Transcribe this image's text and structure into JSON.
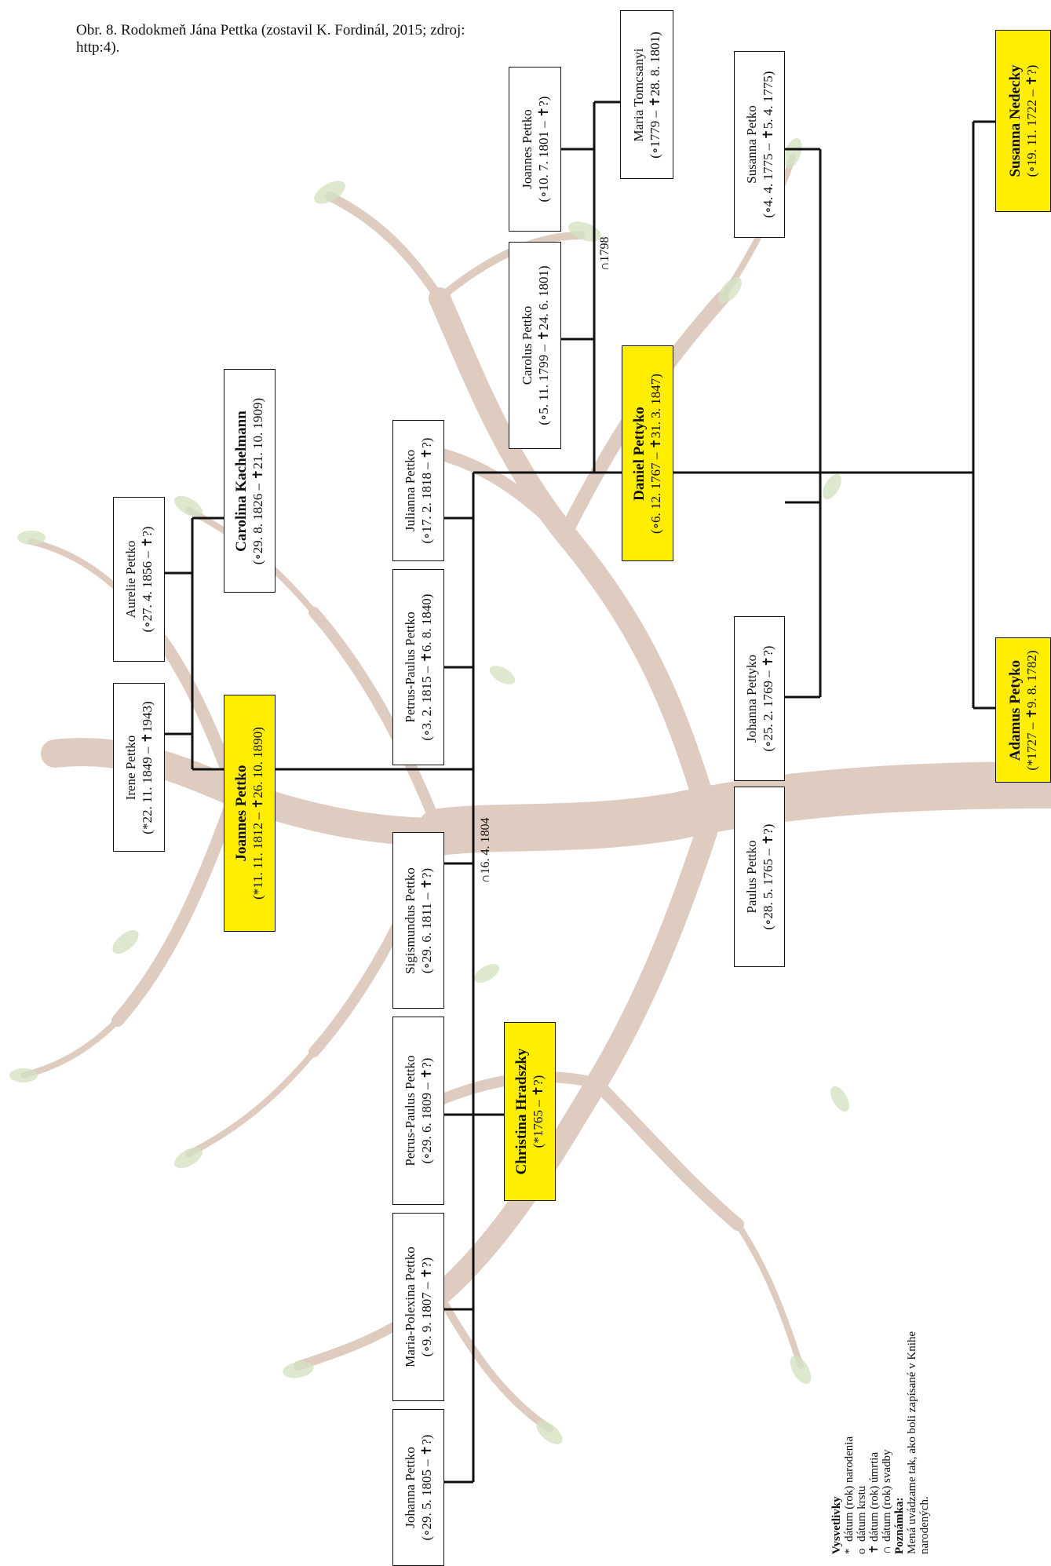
{
  "caption": "Obr. 8. Rodokmeň Jána Pettka (zostavil K. Fordinál, 2015; zdroj: http:4).",
  "persons": {
    "irene": {
      "name": "Irene Pettko",
      "dates": "(*22. 11. 1849 – ✝1943)"
    },
    "aurelie": {
      "name": "Aurelie Pettko",
      "dates": "(∘27. 4. 1856 – ✝?)"
    },
    "joannes_p": {
      "name": "Joannes Pettko",
      "dates": "(*11. 11. 1812 – ✝26. 10. 1890)"
    },
    "carolina": {
      "name": "Carolina Kachelmann",
      "dates": "(∘29. 8. 1826 – ✝21. 10. 1909)"
    },
    "johanna_p": {
      "name": "Johanna Pettko",
      "dates": "(∘29. 5. 1805 –   ✝?)"
    },
    "maria_polexina": {
      "name": "Maria-Polexina Pettko",
      "dates": "(∘9. 9. 1807 – ✝?)"
    },
    "petrus_paulus_1809": {
      "name": "Petrus-Paulus Pettko",
      "dates": "(∘29. 6. 1809 – ✝?)"
    },
    "sigismundus": {
      "name": "Sigismundus Pettko",
      "dates": "(∘29. 6. 1811 – ✝?)"
    },
    "petrus_paulus_1815": {
      "name": "Petrus-Paulus Pettko",
      "dates": "(∘3. 2. 1815 – ✝6. 8. 1840)"
    },
    "julianna": {
      "name": "Julianna Pettko",
      "dates": "(∘17. 2. 1818 – ✝?)"
    },
    "christina": {
      "name": "Christina Hradszky",
      "dates": "(*1765 – ✝?)"
    },
    "carolus": {
      "name": "Carolus Pettko",
      "dates": "(∘5. 11. 1799 – ✝24. 6. 1801)"
    },
    "joannes_1801": {
      "name": "Joannes Pettko",
      "dates": "(∘10. 7. 1801 – ✝?)"
    },
    "maria_tomcsanyi": {
      "name": "Maria Tomcsanyi",
      "dates": "(∘1779 – ✝28. 8. 1801)"
    },
    "daniel": {
      "name": "Daniel Pettyko",
      "dates": "(∘6. 12. 1767 – ✝31. 3. 1847)"
    },
    "paulus": {
      "name": "Paulus Pettko",
      "dates": "(∘28. 5. 1765 – ✝?)"
    },
    "johanna_pettyko": {
      "name": "Johanna Pettyko",
      "dates": "(∘25. 2. 1769 – ✝?)"
    },
    "susanna_p": {
      "name": "Susanna Petko",
      "dates": "(∘4. 4. 1775 – ✝5. 4. 1775)"
    },
    "adamus": {
      "name": "Adamus Petyko",
      "dates": "(*1727 – ✝9. 8. 1782)"
    },
    "susanna_n": {
      "name": "Susanna Nedecky",
      "dates": "(∘19. 11. 1722 – ✝?)"
    }
  },
  "marriages": {
    "m1804": "∩16. 4. 1804",
    "m1798": "∩1798"
  },
  "legend": {
    "title": "Vysvetlivky",
    "items": [
      {
        "symbol": "*",
        "text": "dátum (rok) narodenia"
      },
      {
        "symbol": "o",
        "text": "dátum krstu"
      },
      {
        "symbol": "✝",
        "text": "dátum (rok) úmrtia"
      },
      {
        "symbol": "∩",
        "text": "dátum (rok) svadby"
      }
    ]
  },
  "note": {
    "title": "Poznámka:",
    "text": "Mená uvádzame tak, ako boli zapísané v Knihe narodených."
  },
  "colors": {
    "highlight": "#ffee00",
    "branch": "#d8c3b6",
    "leaf": "#cfdcb8"
  }
}
